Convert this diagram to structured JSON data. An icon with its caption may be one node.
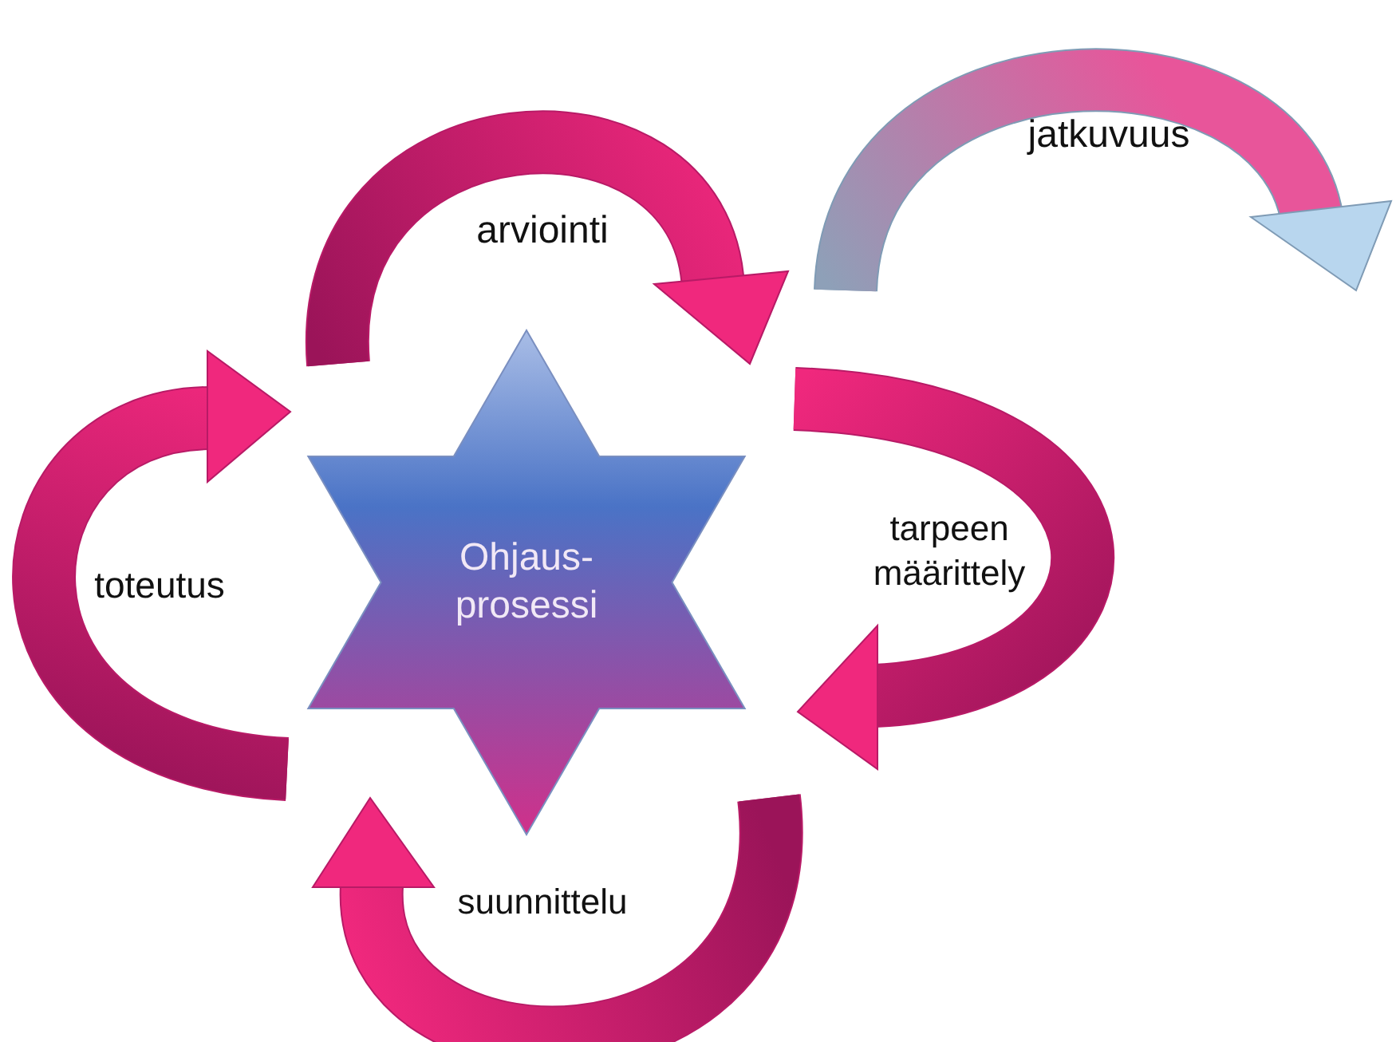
{
  "diagram": {
    "nodes": [
      {
        "text": [
          "Ohjaus- prosessi"
        ]
      },
      {
        "text": [
          "arviointi"
        ]
      },
      {
        "text": [
          "tarpeen määrittely"
        ]
      },
      {
        "text": [
          "suunnittelu"
        ]
      },
      {
        "text": [
          "toteutus"
        ]
      },
      {
        "text": [
          "jatkuvuus"
        ]
      }
    ]
  }
}
